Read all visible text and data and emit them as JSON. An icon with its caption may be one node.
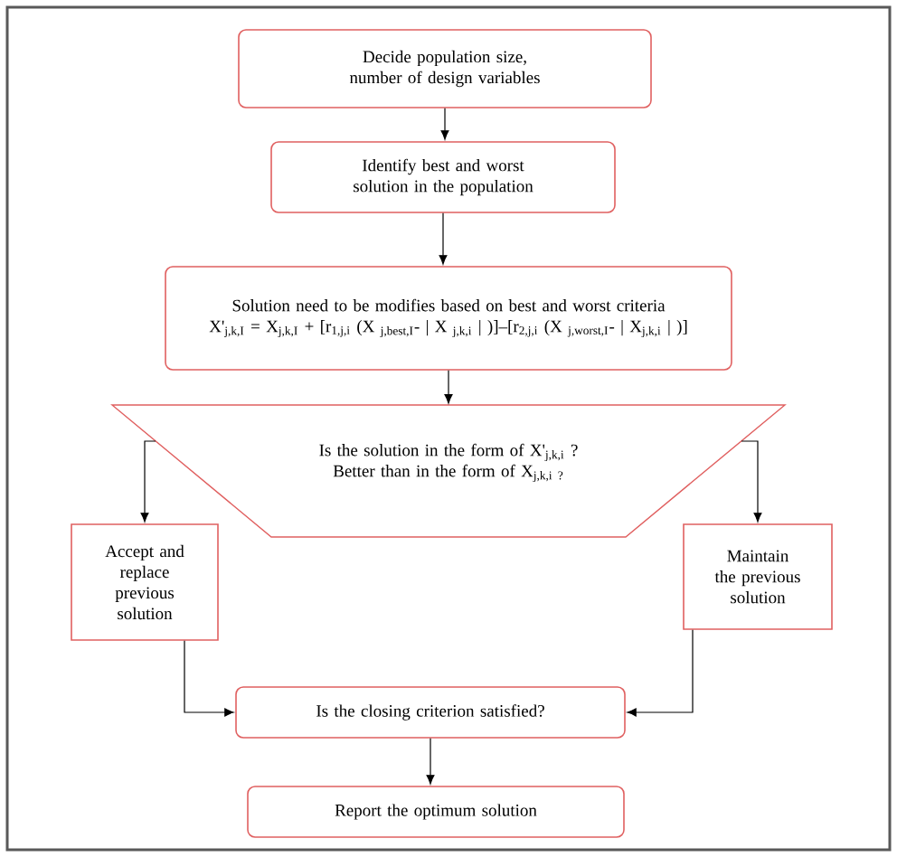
{
  "diagram": {
    "nodes": [
      {
        "text": [
          "Decide population size, number of design variables"
        ]
      },
      {
        "text": [
          "Identify best and worst solution in the population"
        ]
      },
      {
        "text": [
          "Solution need to be modifies based on best and worst criteria",
          "X'$_{j,k,I}$ = X$_{j,k,I}$ + [r$_{1,j,i}$ (X $_{j,best,I}$- | X $_{j,k,i}$ | )]–[r$_{2,j,i}$ (X $_{j,worst,I}$- | X$_{j,k,i}$ | )]"
        ]
      },
      {
        "text": [
          "Is the solution in the form of X'$_{j,k,i}$ ?",
          "Better than in the form of X$_{j,k,i ?}$"
        ]
      },
      {
        "text": [
          "Accept and replace previous solution"
        ]
      },
      {
        "text": [
          "Maintain the previous solution"
        ]
      },
      {
        "text": [
          "Is the closing criterion satisfied?"
        ]
      },
      {
        "text": [
          "Report the optimum solution"
        ]
      }
    ],
    "edges": [
      {
        "from": 0,
        "to": 1,
        "arrow": "to"
      },
      {
        "from": 1,
        "to": 2,
        "arrow": "to"
      },
      {
        "from": 2,
        "to": 3,
        "arrow": "to"
      },
      {
        "from": 3,
        "to": 4,
        "arrow": "to"
      },
      {
        "from": 3,
        "to": 5,
        "arrow": "to"
      },
      {
        "from": 4,
        "to": 6,
        "arrow": "to"
      },
      {
        "from": 5,
        "to": 6,
        "arrow": "to"
      },
      {
        "from": 6,
        "to": 7,
        "arrow": "to"
      }
    ]
  }
}
